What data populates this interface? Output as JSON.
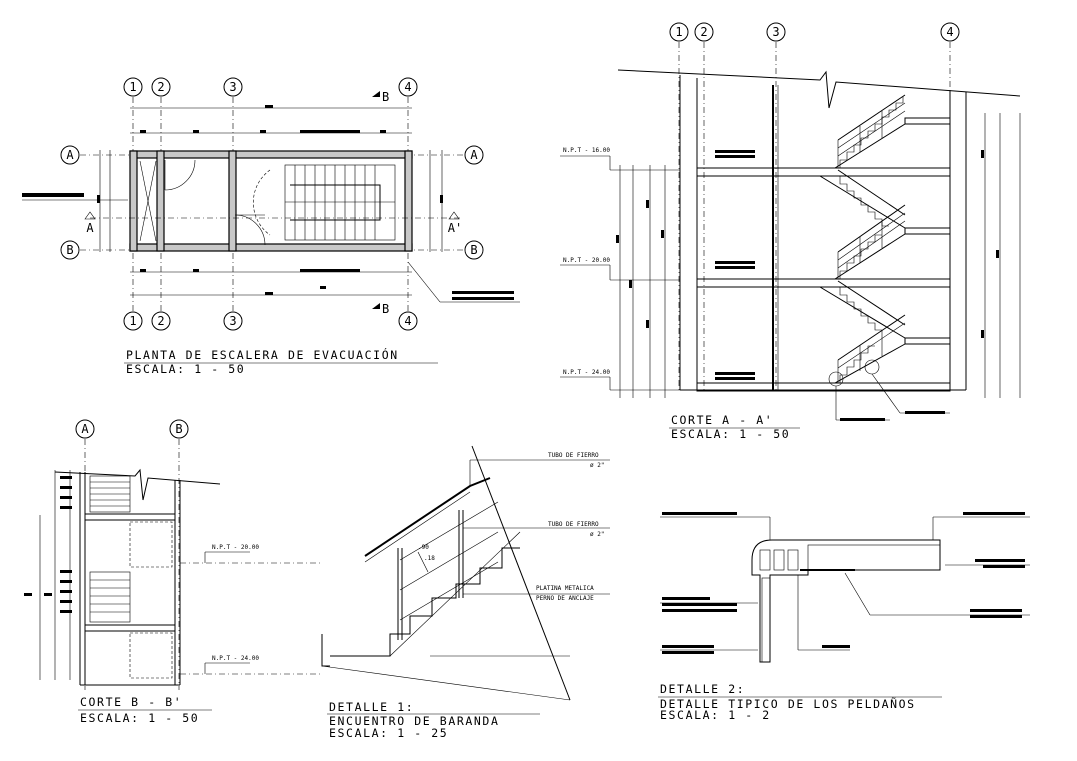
{
  "titles": {
    "plan": {
      "name": "PLANTA DE ESCALERA DE EVACUACIÓN",
      "scale": "ESCALA: 1 - 50"
    },
    "section_aa": {
      "name": "CORTE A - A'",
      "scale": "ESCALA: 1 - 50"
    },
    "section_bb": {
      "name": "CORTE B - B'",
      "scale": "ESCALA: 1 - 50"
    },
    "detail1": {
      "name": "DETALLE 1:",
      "subtitle": "ENCUENTRO DE BARANDA",
      "scale": "ESCALA: 1 - 25"
    },
    "detail2": {
      "name": "DETALLE 2:",
      "subtitle": "DETALLE TIPICO DE LOS PELDAÑOS",
      "scale": "ESCALA: 1 - 2"
    }
  },
  "grid": {
    "numbers": [
      "1",
      "2",
      "3",
      "4"
    ],
    "letters": [
      "A",
      "B"
    ],
    "cut_a": "A",
    "cut_a_prime": "A'",
    "cut_b": "B"
  },
  "levels": {
    "npt_16": "N.P.T - 16.00",
    "npt_20": "N.P.T - 20.00",
    "npt_24": "N.P.T - 24.00",
    "bb_npt_20": "N.P.T - 20.00",
    "bb_npt_24": "N.P.T - 24.00"
  },
  "notes": {
    "tubo_1": "TUBO DE FIERRO",
    "tubo_1_dim": "ø 2\"",
    "tubo_2": "TUBO DE FIERRO",
    "tubo_2_dim": "ø 2\"",
    "platina": "PLATINA METALICA",
    "perno": "PERNO DE ANCLAJE",
    "dim_a": ".90",
    "dim_b": ".18"
  }
}
